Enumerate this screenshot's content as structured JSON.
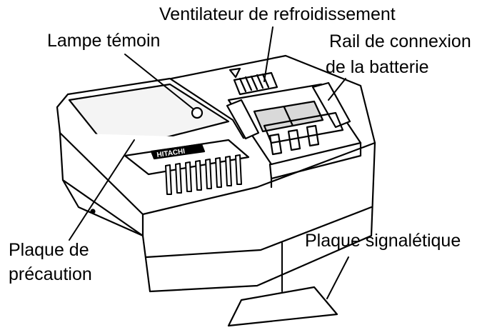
{
  "labels": {
    "fan": "Ventilateur de refroidissement",
    "lamp": "Lampe témoin",
    "rail_line1": "Rail de connexion",
    "rail_line2": "de la batterie",
    "caution_line1": "Plaque de",
    "caution_line2": "précaution",
    "nameplate": "Plaque signalétique"
  },
  "brand": "HITACHI",
  "colors": {
    "ink": "#000000",
    "paper": "#ffffff",
    "shade": "#d9d9d9"
  }
}
